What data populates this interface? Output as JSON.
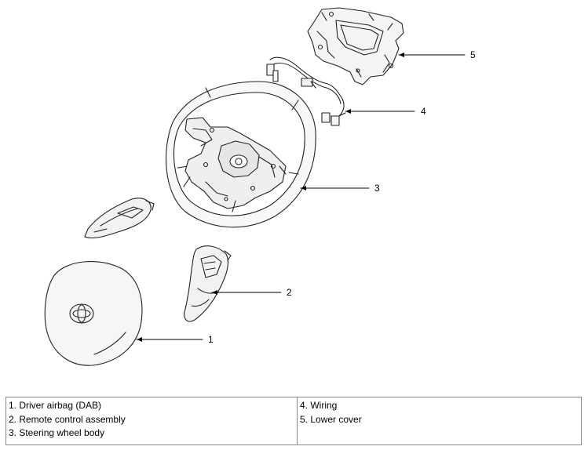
{
  "callouts": {
    "airbag": "1",
    "remote_control": "2",
    "wheel_body": "3",
    "wiring": "4",
    "lower_cover": "5"
  },
  "legend": {
    "left": [
      "1. Driver airbag (DAB)",
      "2. Remote control assembly",
      "3. Steering wheel body"
    ],
    "right": [
      "4. Wiring",
      "5. Lower cover"
    ]
  }
}
